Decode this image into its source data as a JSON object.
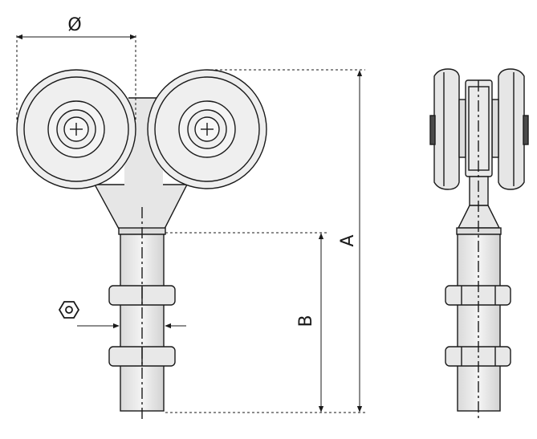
{
  "labels": {
    "diameter": "Ø",
    "dim_a": "A",
    "dim_b": "B"
  },
  "icons": {
    "hex_key": "hexagon-wrench-icon"
  },
  "colors": {
    "stroke": "#1a1a1a",
    "fill_light": "#eeeeee",
    "fill_mid": "#dcdcdc",
    "fill_dark": "#4a4a4a"
  }
}
